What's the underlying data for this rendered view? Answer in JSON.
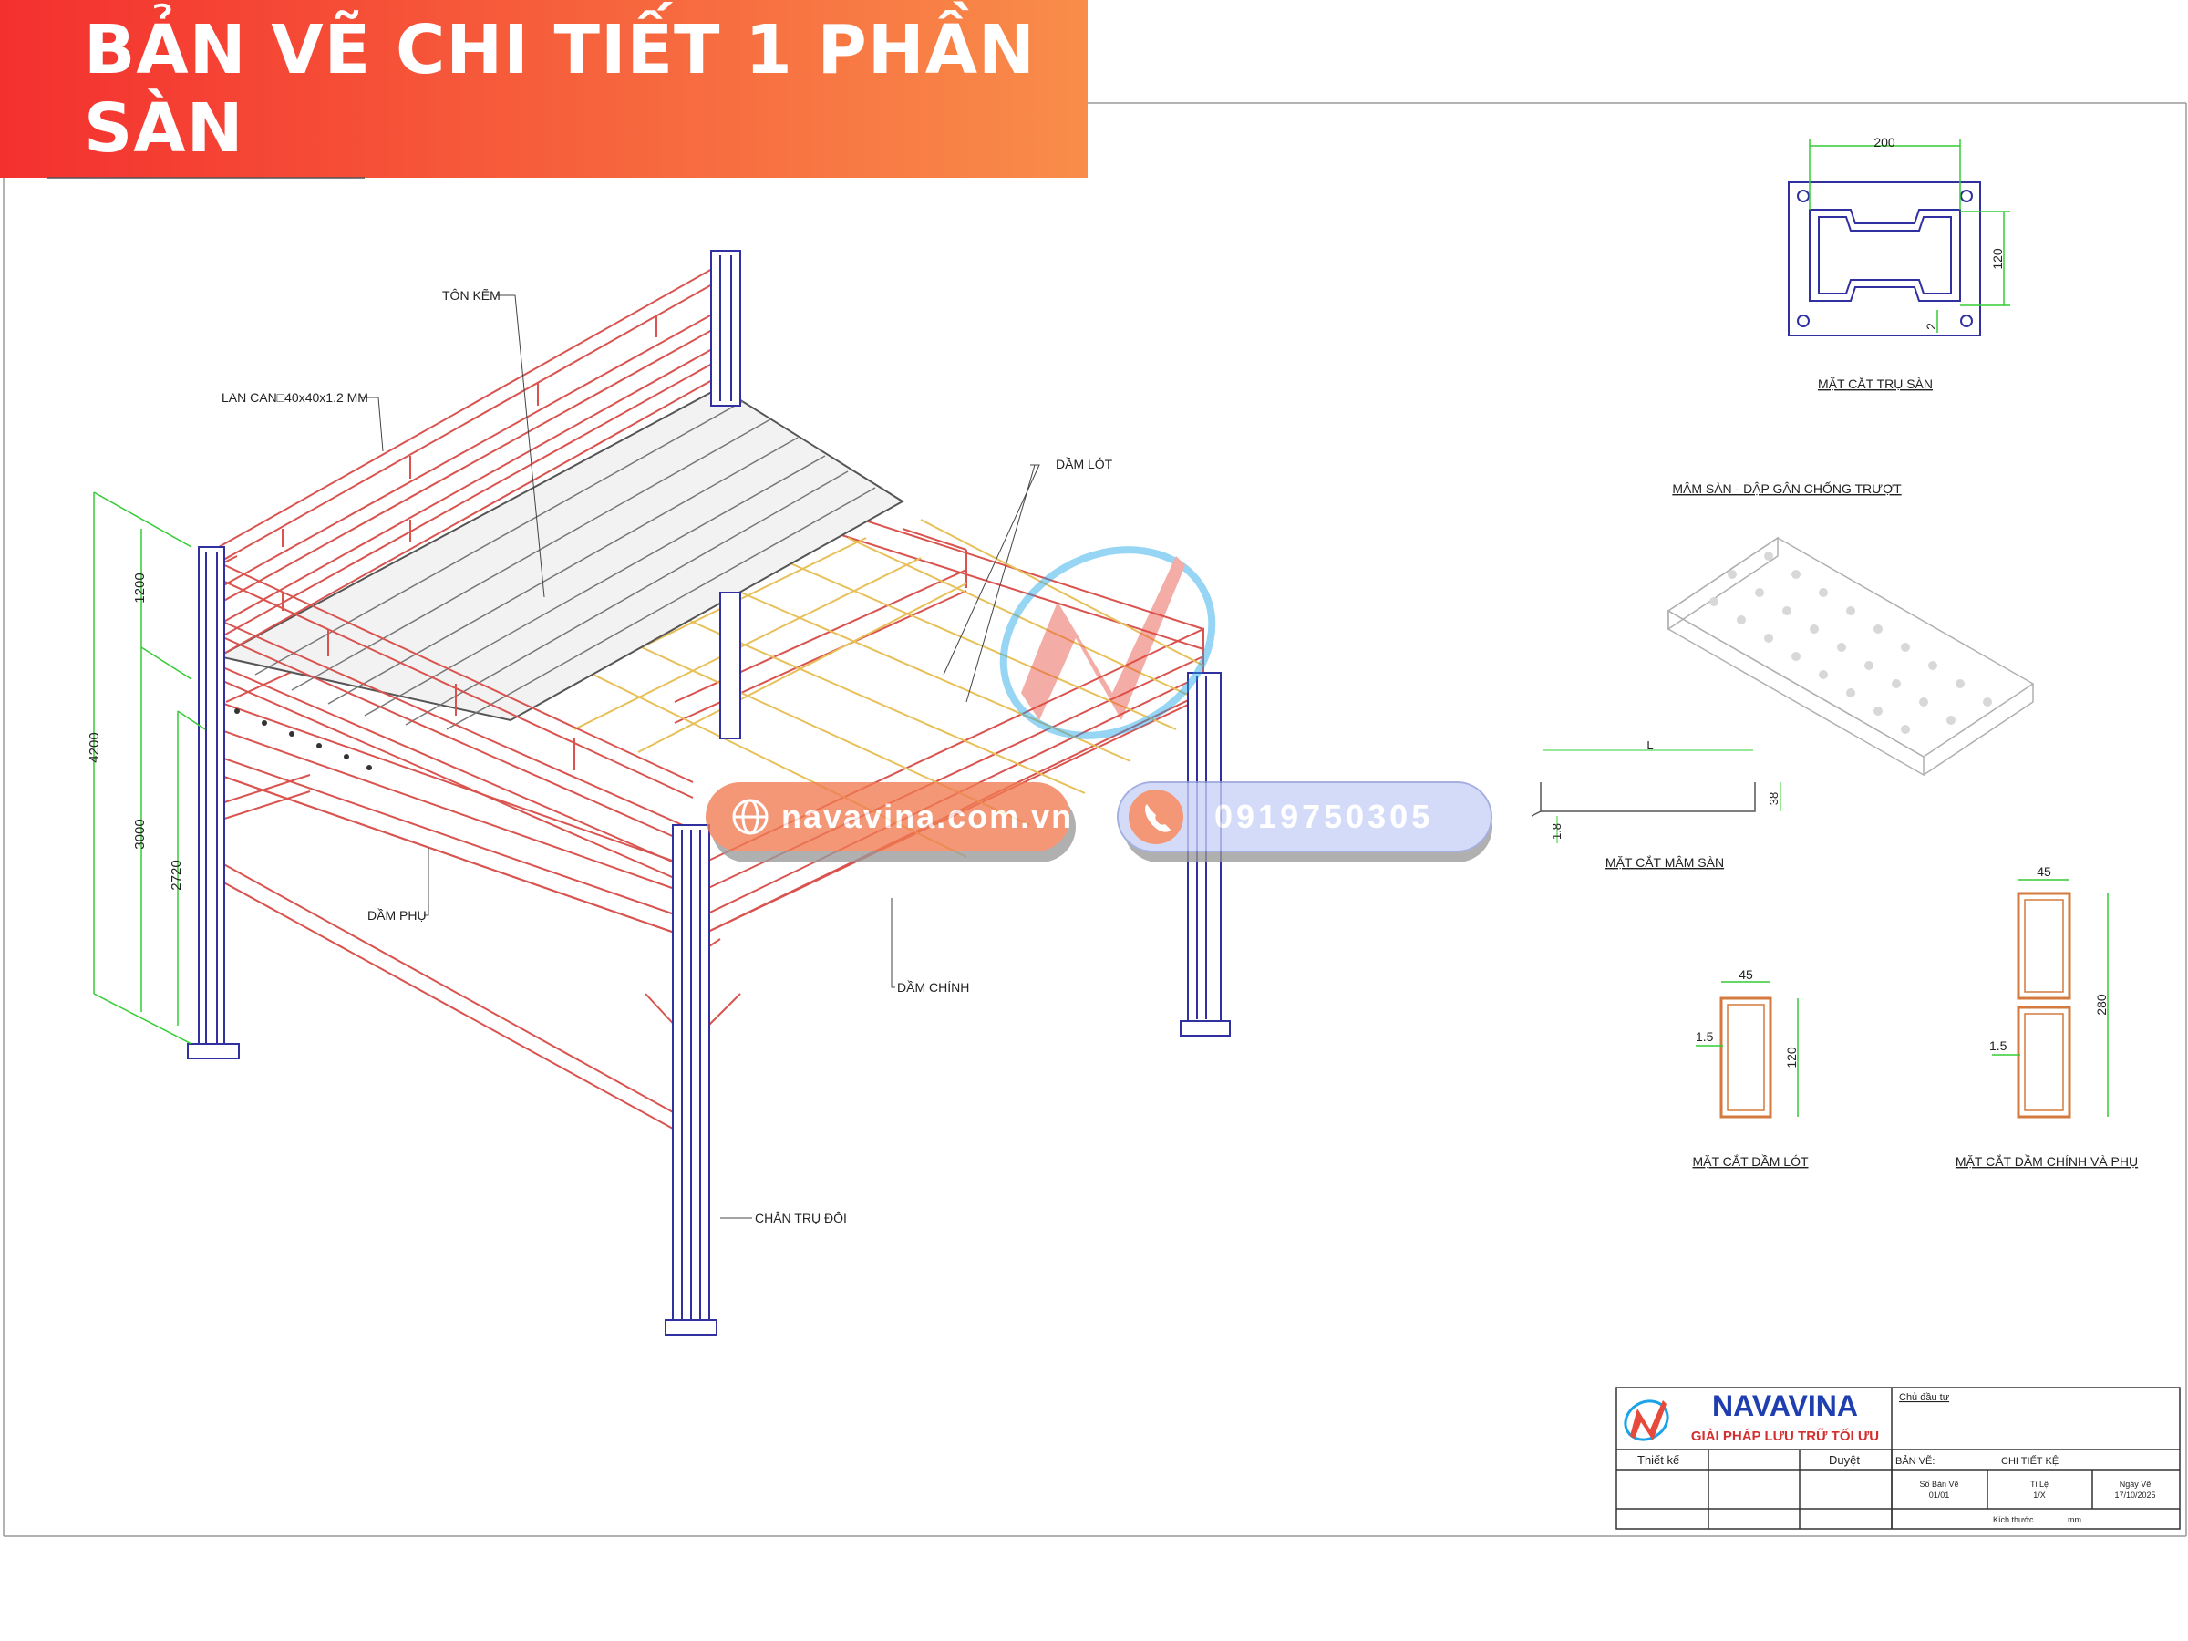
{
  "banner": {
    "title": "BẢN VẼ CHI TIẾT 1 PHẦN SÀN"
  },
  "colors": {
    "banner_start": "#f4302f",
    "banner_end": "#f98d4a",
    "frame_red": "#d9534f",
    "column_blue": "#3030a0",
    "joist_yellow": "#e8c05a",
    "dimension_green": "#33cc33",
    "section_orange": "#d47a3e",
    "brand_blue": "#1f3fb0",
    "brand_red": "#d32f2f"
  },
  "main_view": {
    "labels": {
      "ton_kem": "TÔN KẼM",
      "lan_can": "LAN CAN□40x40x1.2 MM",
      "dam_lot": "DẦM LÓT",
      "dam_phu": "DẦM PHỤ",
      "dam_chinh": "DẦM CHÍNH",
      "chan_tru_doi": "CHÂN TRỤ ĐÔI"
    },
    "dimensions": {
      "total_height": "4200",
      "railing_height": "1200",
      "floor_height": "3000",
      "clear_height": "2720"
    }
  },
  "column_section": {
    "caption": "MẶT CẮT TRỤ SÀN",
    "width": "200",
    "height": "120",
    "thickness": "2"
  },
  "tray": {
    "caption": "MÂM SÀN - DẬP GÂN CHỐNG TRƯỢT",
    "section_caption": "MẶT CẮT MÂM SÀN",
    "length": "L",
    "height": "38",
    "thickness": "1.8"
  },
  "joist_section": {
    "caption": "MẶT CẮT DẦM LÓT",
    "width": "45",
    "height": "120",
    "thickness": "1.5"
  },
  "beam_section": {
    "caption": "MẶT CẮT DẦM CHÍNH VÀ PHỤ",
    "width": "45",
    "height": "280",
    "thickness": "1.5"
  },
  "watermark": {
    "website": "navavina.com.vn",
    "phone": "0919750305",
    "website_icon": "globe-icon",
    "phone_icon": "phone-icon"
  },
  "title_block": {
    "brand": "NAVAVINA",
    "tagline": "GIẢI PHÁP LƯU TRỮ TỐI ƯU",
    "owner_label": "Chủ đầu tư",
    "design_label": "Thiết kế",
    "approve_label": "Duyệt",
    "drawing_label": "BẢN VẼ:",
    "drawing_value": "CHI TIẾT KỆ",
    "sheet_label": "Số Bản Vẽ",
    "sheet_value": "01/01",
    "scale_label": "Tỉ Lệ",
    "scale_value": "1/X",
    "date_label": "Ngày Vẽ",
    "date_value": "17/10/2025",
    "size_label": "Kích thước",
    "size_value": "mm",
    "logo_icon": "navavina-logo-icon"
  }
}
